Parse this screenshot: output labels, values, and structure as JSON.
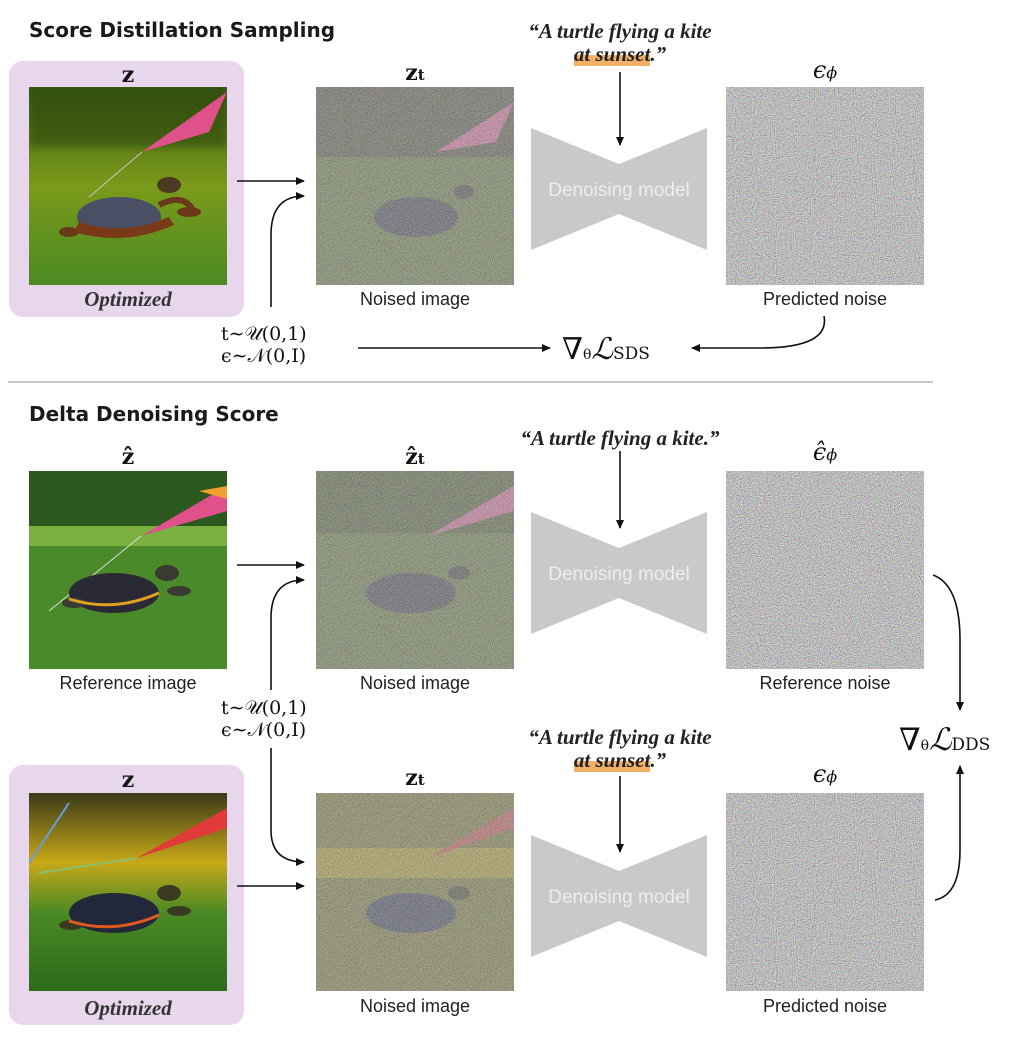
{
  "sds": {
    "title": "Score Distillation Sampling",
    "z_label": "z",
    "optimized_label": "Optimized",
    "zt_label": "z",
    "zt_sub": "t",
    "prompt_line1": "“A turtle flying a kite",
    "prompt_line2": "at sunset",
    "prompt_end": ".”",
    "model_label": "Denoising model",
    "eps_label": "ϵ",
    "eps_sub": "ϕ",
    "noised_caption": "Noised image",
    "predicted_caption": "Predicted noise",
    "t_sampling": "t∼𝒰(0,1)",
    "eps_sampling": "ϵ∼𝒩(0,I)",
    "grad_symbol": "∇",
    "grad_sub": "θ",
    "loss_symbol": "ℒ",
    "loss_sub": "SDS"
  },
  "dds": {
    "title": "Delta Denoising Score",
    "zhat_label": "ẑ",
    "reference_caption": "Reference image",
    "zhat_t_label": "ẑ",
    "zhat_t_sub": "t",
    "ref_prompt": "“A turtle flying a kite.”",
    "model_label_top": "Denoising model",
    "epshat_label": "ϵ̂",
    "epshat_sub": "ϕ",
    "noised_caption_top": "Noised image",
    "reference_noise_caption": "Reference noise",
    "t_sampling": "t∼𝒰(0,1)",
    "eps_sampling": "ϵ∼𝒩(0,I)",
    "z_label": "z",
    "optimized_label": "Optimized",
    "zt_label": "z",
    "zt_sub": "t",
    "prompt_line1": "“A turtle flying a kite",
    "prompt_line2": "at sunset",
    "prompt_end": ".”",
    "model_label_bottom": "Denoising model",
    "eps_label": "ϵ",
    "eps_sub": "ϕ",
    "noised_caption_bottom": "Noised image",
    "predicted_caption": "Predicted noise",
    "grad_symbol": "∇",
    "grad_sub": "θ",
    "loss_symbol": "ℒ",
    "loss_sub": "DDS"
  },
  "colors": {
    "optimized_panel": "#e7d6ec",
    "prompt_highlight": "#f2b066",
    "model_gray": "#c9c9c9",
    "kite_pink": "#e0508a",
    "kite_red": "#e03a3a",
    "grass_green": "#3f8a2a",
    "sunset_yellow": "#d3b420"
  },
  "icons": [
    "turtle-image",
    "noise-image",
    "denoising-model-shape",
    "arrow"
  ]
}
